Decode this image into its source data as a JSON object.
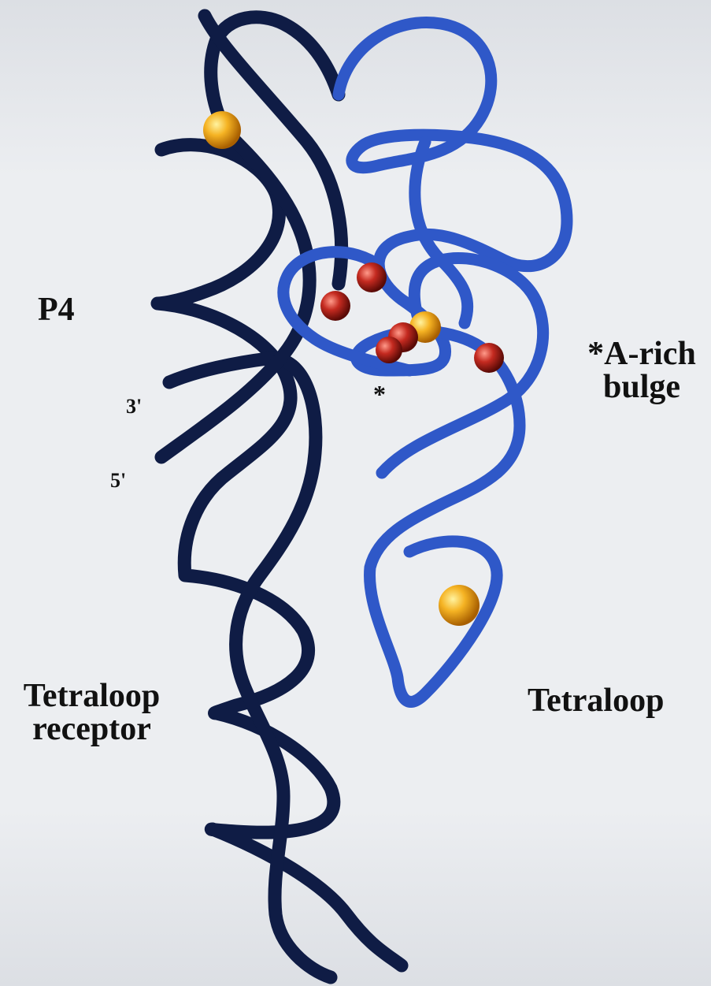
{
  "labels": {
    "p4": "P4",
    "three_prime": "3'",
    "five_prime": "5'",
    "star": "*",
    "a_rich_line1": "*A-rich",
    "a_rich_line2": "bulge",
    "tetraloop_receptor_line1": "Tetraloop",
    "tetraloop_receptor_line2": "receptor",
    "tetraloop": "Tetraloop"
  },
  "colors": {
    "background": "#e9ebee",
    "strand_dark": "#0f1c45",
    "strand_blue": "#2f58c8",
    "ion_orange": "#f2a81c",
    "ion_red": "#b5241e",
    "text": "#111111"
  }
}
